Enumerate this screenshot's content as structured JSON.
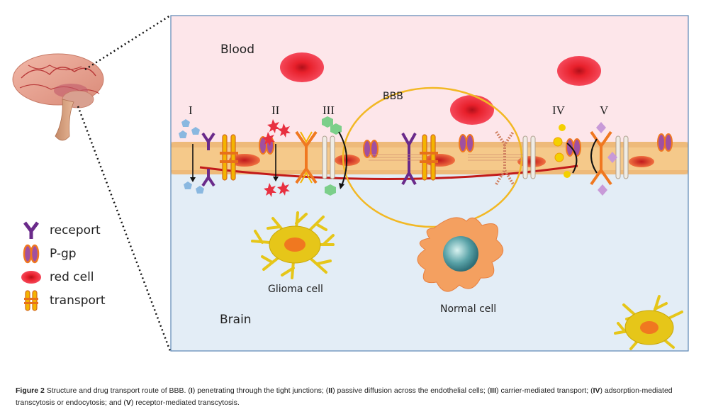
{
  "diagram": {
    "regions": {
      "blood": "Blood",
      "brain": "Brain",
      "bbb": "BBB"
    },
    "routes": [
      {
        "numeral": "I",
        "meaning": "penetrating through the tight junctions"
      },
      {
        "numeral": "II",
        "meaning": "passive diffusion across the endothelial cells"
      },
      {
        "numeral": "III",
        "meaning": "carrier-mediated transport"
      },
      {
        "numeral": "IV",
        "meaning": "adsorption-mediated transcytosis or endocytosis"
      },
      {
        "numeral": "V",
        "meaning": "receptor-mediated transcytosis"
      }
    ],
    "cells": {
      "glioma": "Glioma cell",
      "normal": "Normal cell"
    },
    "colors": {
      "blood_bg": "#fde6ea",
      "brain_bg": "#e3edf6",
      "endothelium": "#f5c98a",
      "bbb_circle": "#f2b824",
      "red_cell": "#e8202b",
      "receptor": "#6a2a8a",
      "pgp": "#f07820",
      "transport": "#f4b400",
      "glioma": "#e6c619"
    }
  },
  "legend": {
    "items": [
      {
        "icon": "receptor-icon",
        "label": "receport"
      },
      {
        "icon": "pgp-icon",
        "label": "P-gp"
      },
      {
        "icon": "red-cell-icon",
        "label": "red cell"
      },
      {
        "icon": "transport-icon",
        "label": "transport"
      }
    ]
  },
  "caption": {
    "figure_label": "Figure 2",
    "title": " Structure and drug transport route of BBB. (",
    "r1": "I",
    "t1": ") penetrating through the tight junctions; (",
    "r2": "II",
    "t2": ") passive diffusion across the endothelial cells; (",
    "r3": "III",
    "t3": ") carrier-mediated transport; (",
    "r4": "IV",
    "t4": ") adsorption-mediated transcytosis or endocytosis; and (",
    "r5": "V",
    "t5": ") receptor-mediated transcytosis."
  }
}
